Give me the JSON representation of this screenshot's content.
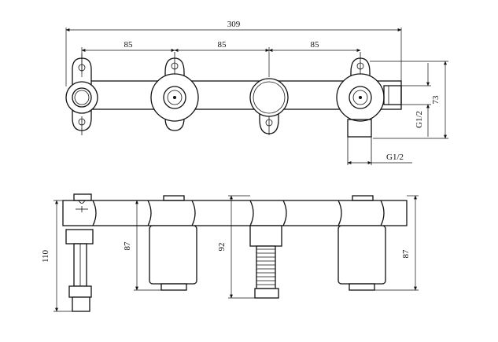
{
  "dimensions": {
    "overall_width": "309",
    "spacing_1": "85",
    "spacing_2": "85",
    "spacing_3": "85",
    "height_top": "73",
    "thread_side": "G1/2",
    "thread_bottom": "G1/2",
    "height_left": "110",
    "height_body_1": "87",
    "height_center": "92",
    "height_body_2": "87"
  }
}
